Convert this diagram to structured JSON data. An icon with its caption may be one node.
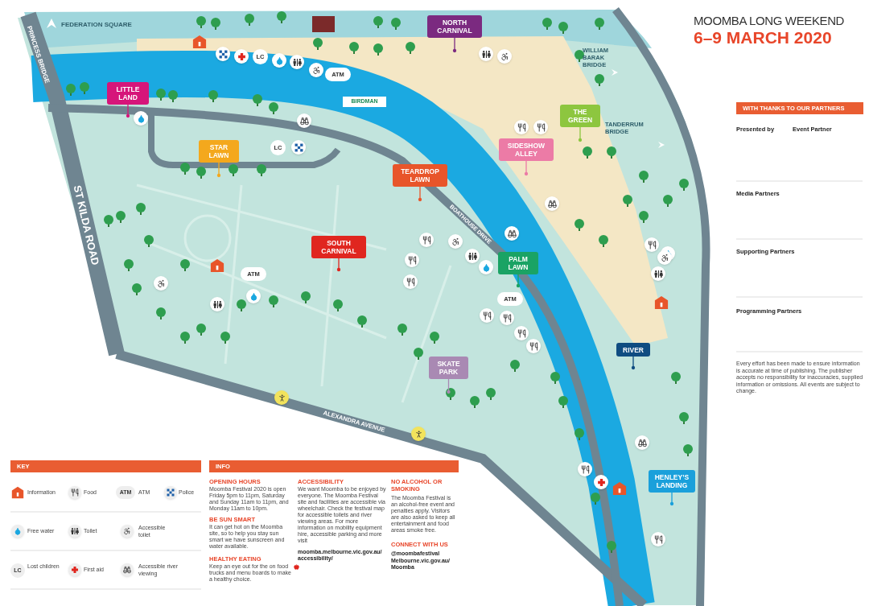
{
  "diagram": {
    "title": "MOOMBA LONG WEEKEND",
    "nodes": [
      {
        "text": [
          "NORTH CARNIVAL"
        ]
      },
      {
        "text": [
          "LITTLE LAND"
        ]
      },
      {
        "text": [
          "THE GREEN"
        ]
      },
      {
        "text": [
          "STAR LAWN"
        ]
      },
      {
        "text": [
          "SIDESHOW ALLEY"
        ]
      },
      {
        "text": [
          "TEARDROP LAWN"
        ]
      },
      {
        "text": [
          "SOUTH CARNIVAL"
        ]
      },
      {
        "text": [
          "PALM LAWN"
        ]
      },
      {
        "text": [
          "RIVER"
        ]
      },
      {
        "text": [
          "SKATE PARK"
        ]
      },
      {
        "text": [
          "HENLEY’S LANDING"
        ]
      }
    ],
    "edges": [
      {
        "from": 0,
        "to": null,
        "arrow": "other",
        "color": "#7b2a80"
      },
      {
        "from": 1,
        "to": null,
        "arrow": "other",
        "color": "#d6157a"
      },
      {
        "from": 2,
        "to": null,
        "arrow": "other",
        "color": "#8dc63f"
      },
      {
        "from": 3,
        "to": null,
        "arrow": "other",
        "color": "#f4a81d"
      },
      {
        "from": 4,
        "to": null,
        "arrow": "other",
        "color": "#ec7ba6"
      },
      {
        "from": 5,
        "to": null,
        "arrow": "other",
        "color": "#e8552a"
      },
      {
        "from": 6,
        "to": null,
        "arrow": "other",
        "color": "#e0261f"
      },
      {
        "from": 7,
        "to": null,
        "arrow": "other",
        "color": "#1aa364"
      },
      {
        "from": 8,
        "to": null,
        "arrow": "other",
        "color": "#0f4c81"
      },
      {
        "from": 9,
        "to": null,
        "arrow": "other",
        "color": "#a989b3"
      },
      {
        "from": 10,
        "to": null,
        "arrow": "other",
        "color": "#1aa0db"
      }
    ],
    "labels": [
      "6–9 MARCH 2020",
      "FEDERATION SQUARE",
      "PRINCESS BRIDGE",
      "LC",
      "ATM",
      "BIRDMAN",
      "WILLIAM BARAK BRIDGE",
      "TANDERRUM BRIDGE",
      "LC",
      "ST KILDA ROAD",
      "BOATHOUSE DRIVE",
      "ATM",
      "ATM",
      "ALEXANDRA AVENUE",
      "WITH THANKS TO OUR PARTNERS",
      "Presented by",
      "Event Partner",
      "Media Partners",
      "Supporting Partners",
      "Programming Partners",
      "Every effort has been made to ensure information is accurate at time of publishing. The publisher accepts no responsibility for inaccuracies, supplied information or omissions. All events are subject to change.",
      "KEY",
      "Information",
      "Food",
      "ATM",
      "ATM",
      "Police",
      "Free water",
      "Toilet",
      "Accessible toilet",
      "LC",
      "Lost children",
      "First aid",
      "Accessible river viewing",
      "INFO",
      "OPENING HOURS",
      "Moomba Festival 2020 is open Friday 5pm to 11pm, Saturday and Sunday 11am to 11pm, and Monday 11am to 10pm.",
      "BE SUN SMART",
      "It can get hot on the Moomba site, so to help you stay sun smart we have sunscreen and water available.",
      "HEALTHY EATING",
      "Keep an eye out for the on food trucks and menu boards to make a healthy choice.",
      "ACCESSIBILITY",
      "We want Moomba to be enjoyed by everyone. The Moomba Festival site and facilities are accessible via wheelchair. Check the festival map for accessible toilets and river viewing areas. For more information on mobility equipment hire, accessible parking and more visit",
      "moomba.melbourne.vic.gov.au/ accessibility/",
      "NO ALCOHOL OR SMOKING",
      "The Moomba Festival is an alcohol-free event and penalties apply. Visitors are also asked to keep all entertainment and food areas smoke free.",
      "CONNECT WITH US",
      "@moombafestival",
      "Melbourne.vic.gov.au/ Moomba"
    ]
  }
}
